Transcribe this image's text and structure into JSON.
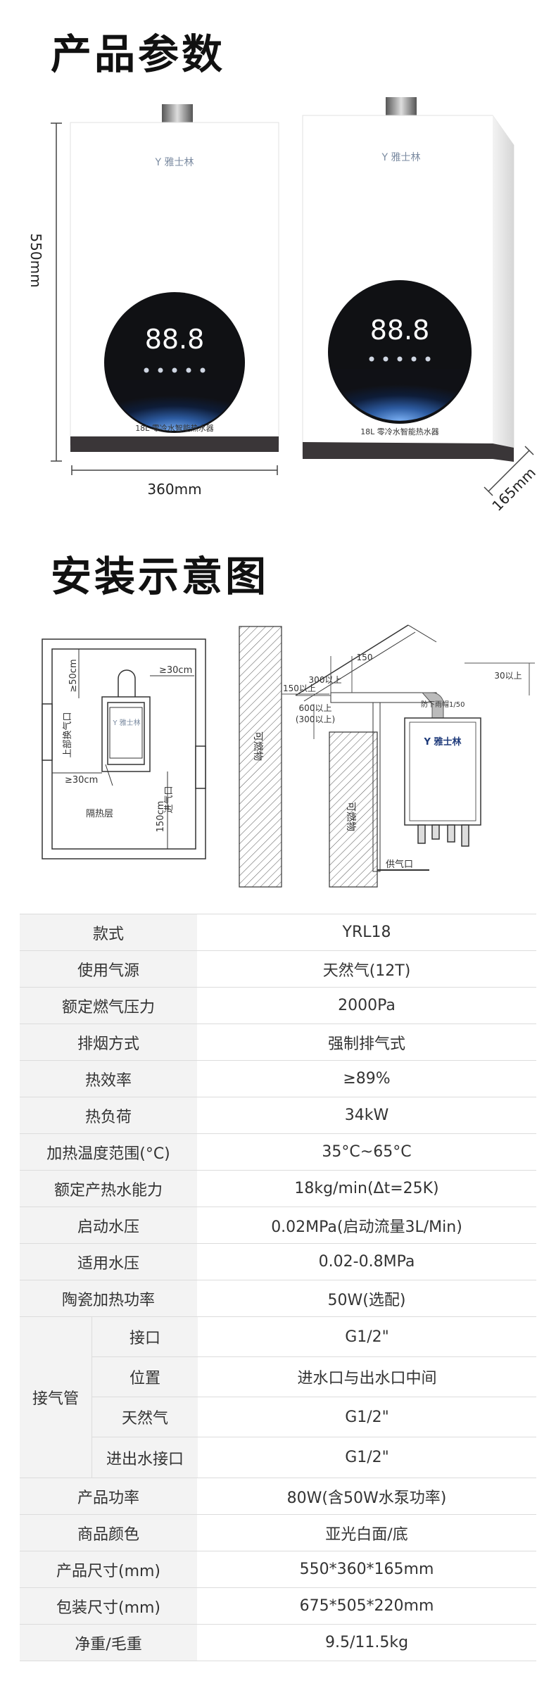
{
  "section1": {
    "title": "产品参数",
    "dim_height": "550mm",
    "dim_width": "360mm",
    "dim_depth": "165mm"
  },
  "product": {
    "brand": "雅士林",
    "brand_mark": "Y",
    "display": "88.8",
    "model_label_front": "18L 零冷水智能热水器",
    "model_label_side": "18L 零冷水智能热水器"
  },
  "section2": {
    "title": "安装示意图",
    "left_labels": {
      "top": "≥50cm",
      "right": "≥30cm",
      "left_bottom": "≥30cm",
      "exhaust": "上部换气口",
      "intake": "进气口",
      "height": "150cm",
      "insulation": "隔热层"
    },
    "right_labels": {
      "d150a": "150",
      "d300a": "300以上",
      "d30": "30以上",
      "d150b": "150以上",
      "d600": "600以上",
      "d300b": "(300以上)",
      "wall1": "可燃物",
      "wall2": "可燃物",
      "intake": "供气口",
      "vent": "防下雨帽1/50"
    }
  },
  "specs": {
    "rows_top": [
      {
        "label": "款式",
        "value": "YRL18"
      },
      {
        "label": "使用气源",
        "value": "天然气(12T)"
      },
      {
        "label": "额定燃气压力",
        "value": "2000Pa"
      },
      {
        "label": "排烟方式",
        "value": "强制排气式"
      },
      {
        "label": "热效率",
        "value": "≥89%"
      },
      {
        "label": "热负荷",
        "value": "34kW"
      },
      {
        "label": "加热温度范围(°C)",
        "value": "35°C~65°C"
      },
      {
        "label": "额定产热水能力",
        "value": "18kg/min(Δt=25K)"
      },
      {
        "label": "启动水压",
        "value": "0.02MPa(启动流量3L/Min)"
      },
      {
        "label": "适用水压",
        "value": "0.02-0.8MPa"
      },
      {
        "label": "陶瓷加热功率",
        "value": "50W(选配)"
      }
    ],
    "group": {
      "label": "接气管",
      "rows": [
        {
          "label": "接口",
          "value": "G1/2\""
        },
        {
          "label": "位置",
          "value": "进水口与出水口中间"
        },
        {
          "label": "天然气",
          "value": "G1/2\""
        },
        {
          "label": "进出水接口",
          "value": "G1/2\""
        }
      ]
    },
    "rows_bottom": [
      {
        "label": "产品功率",
        "value": "80W(含50W水泵功率)"
      },
      {
        "label": "商品颜色",
        "value": "亚光白面/底"
      },
      {
        "label": "产品尺寸(mm)",
        "value": "550*360*165mm"
      },
      {
        "label": "包装尺寸(mm)",
        "value": "675*505*220mm"
      },
      {
        "label": "净重/毛重",
        "value": "9.5/11.5kg"
      }
    ]
  }
}
